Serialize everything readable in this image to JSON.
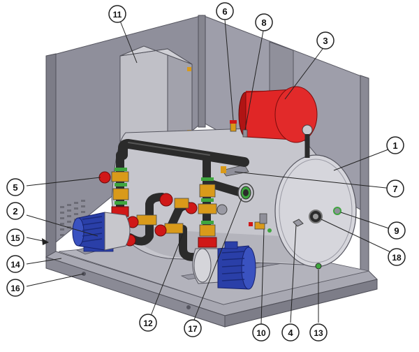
{
  "callouts": [
    {
      "id": "c1",
      "label": "1"
    },
    {
      "id": "c2",
      "label": "2"
    },
    {
      "id": "c3",
      "label": "3"
    },
    {
      "id": "c4",
      "label": "4"
    },
    {
      "id": "c5",
      "label": "5"
    },
    {
      "id": "c6",
      "label": "6"
    },
    {
      "id": "c7",
      "label": "7"
    },
    {
      "id": "c8",
      "label": "8"
    },
    {
      "id": "c9",
      "label": "9"
    },
    {
      "id": "c10",
      "label": "10"
    },
    {
      "id": "c11",
      "label": "11"
    },
    {
      "id": "c12",
      "label": "12"
    },
    {
      "id": "c13",
      "label": "13"
    },
    {
      "id": "c14",
      "label": "14"
    },
    {
      "id": "c15",
      "label": "15"
    },
    {
      "id": "c16",
      "label": "16"
    },
    {
      "id": "c17",
      "label": "17"
    },
    {
      "id": "c18",
      "label": "18"
    }
  ],
  "colors": {
    "frame": "#8d8d98",
    "frame_dark": "#6f6f7a",
    "panel": "#9a9aa6",
    "tank": "#c9c9cf",
    "tank_end": "#d6d6dc",
    "expansion_vessel": "#d81e1e",
    "pump_motor": "#2a3fa8",
    "pump_housing": "#c7c7cc",
    "pipe": "#2b2b2b",
    "valve_red": "#d01818",
    "fitting_brass": "#d99a1a",
    "fitting_green": "#3fa53f",
    "control_box": "#bdbdc4",
    "base": "#9c9ca6",
    "callout_stroke": "#222222"
  }
}
